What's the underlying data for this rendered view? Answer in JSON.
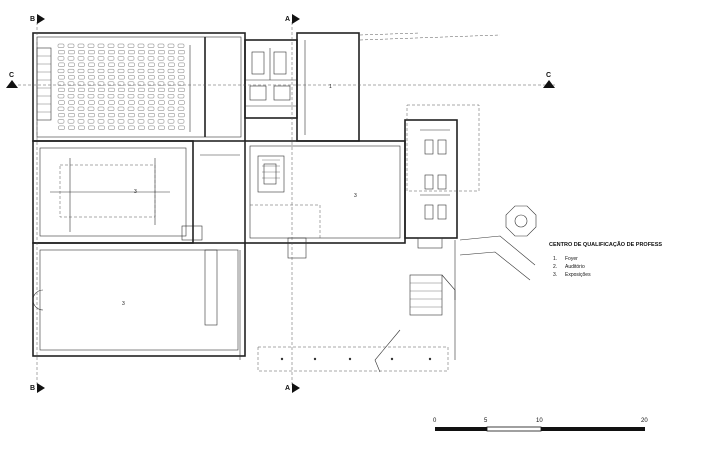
{
  "title": "CENTRO DE QUALIFICAÇÃO DE PROFESS",
  "legend": [
    {
      "num": "1.",
      "name": "Foyer"
    },
    {
      "num": "2.",
      "name": "Auditório"
    },
    {
      "num": "3.",
      "name": "Exposições"
    }
  ],
  "rooms": {
    "foyer": "1",
    "hall": "3",
    "expo_a": "3",
    "expo_b": "3"
  },
  "section_marks": {
    "b_top": "B",
    "a_top": "A",
    "c_left": "C",
    "c_right": "C",
    "b_bottom": "B",
    "a_bottom": "A"
  },
  "scale": [
    "0",
    "5",
    "10",
    "20"
  ]
}
